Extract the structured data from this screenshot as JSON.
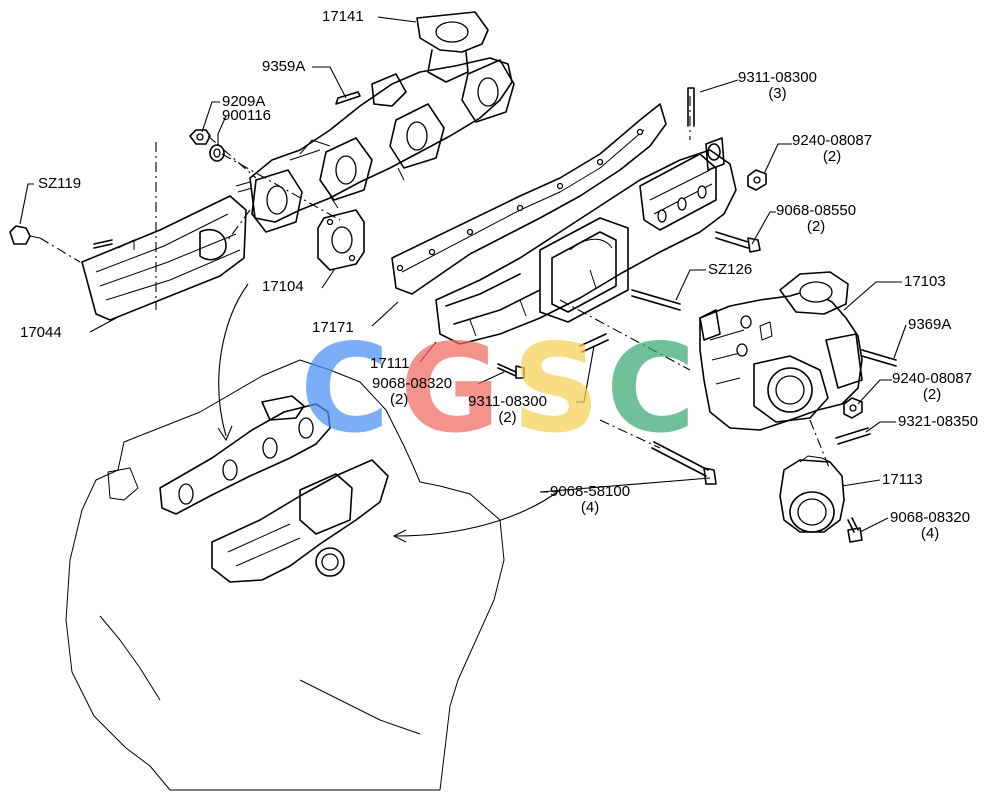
{
  "labels": {
    "p17141": "17141",
    "p9359A": "9359A",
    "p9209A": "9209A",
    "p900116": "900116",
    "pSZ119": "SZ119",
    "p17044": "17044",
    "p17104": "17104",
    "p17171": "17171",
    "p17111": "17111",
    "p9068_08320a": "9068-08320",
    "p9068_08320a_qty": "(2)",
    "p9311_08300a": "9311-08300",
    "p9311_08300a_qty": "(2)",
    "p9311_08300b": "9311-08300",
    "p9311_08300b_qty": "(3)",
    "p9240_08087a": "9240-08087",
    "p9240_08087a_qty": "(2)",
    "p9068_08550": "9068-08550",
    "p9068_08550_qty": "(2)",
    "pSZ126": "SZ126",
    "p17103": "17103",
    "p9369A": "9369A",
    "p9240_08087b": "9240-08087",
    "p9240_08087b_qty": "(2)",
    "p9321_08350": "9321-08350",
    "p17113": "17113",
    "p9068_08320b": "9068-08320",
    "p9068_08320b_qty": "(4)",
    "p9068_58100": "9068-58100",
    "p9068_58100_qty": "(4)"
  },
  "watermark": {
    "letters": [
      "C",
      "G",
      "S",
      "C"
    ],
    "colors": [
      "#4a8ff5",
      "#f06a60",
      "#f8d054",
      "#3aa874"
    ]
  }
}
